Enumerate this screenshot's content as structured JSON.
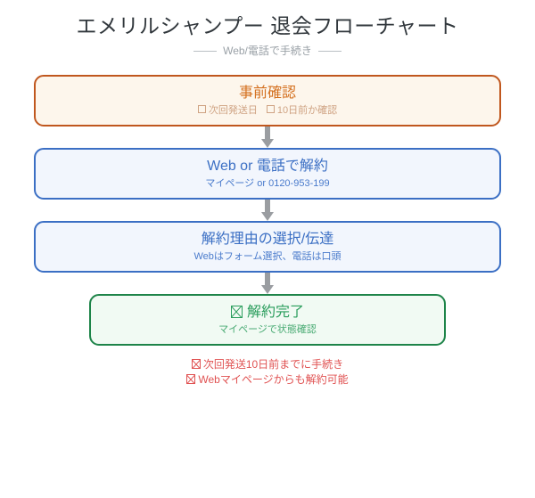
{
  "header": {
    "title": "エメリルシャンプー 退会フローチャート",
    "subtitle": "Web/電話で手続き"
  },
  "flow": {
    "steps": [
      {
        "id": "pre-check",
        "title": "事前確認",
        "sub_items": [
          "次回発送日",
          "10日前か確認"
        ],
        "style": "warning",
        "accent": "#c0571e",
        "fill": "#fdf6ec"
      },
      {
        "id": "cancel-channel",
        "title": "Web or 電話で解約",
        "sub": "マイページ or 0120-953-199",
        "style": "primary",
        "accent": "#3b6fc4",
        "fill": "#f2f6fd"
      },
      {
        "id": "reason",
        "title": "解約理由の選択/伝達",
        "sub": "Webはフォーム選択、電話は口頭",
        "style": "primary",
        "accent": "#3b6fc4",
        "fill": "#f2f6fd"
      },
      {
        "id": "complete",
        "title": "解約完了",
        "sub": "マイページで状態確認",
        "style": "success",
        "accent": "#1e8449",
        "fill": "#f1faf3",
        "leading_glyph": "missing-glyph-box"
      }
    ]
  },
  "notes": {
    "color": "#e05252",
    "items": [
      "次回発送10日前までに手続き",
      "Webマイページからも解約可能"
    ]
  }
}
